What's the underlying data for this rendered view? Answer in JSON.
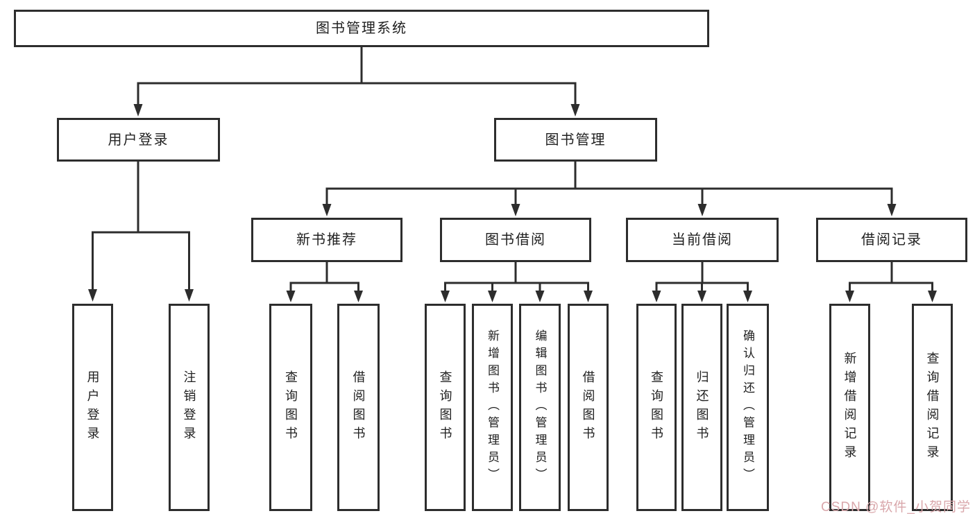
{
  "colors": {
    "line": "#2d2d2d",
    "text": "#1f1f1f",
    "box_bg": "#ffffff",
    "page_bg": "#ffffff",
    "watermark": "#d9a7ab"
  },
  "watermark": {
    "text": "CSDN @软件_小贺同学"
  },
  "diagram_data": {
    "type": "tree"
  },
  "tree": {
    "root": {
      "label": "图书管理系统",
      "children": [
        {
          "label": "用户登录",
          "children": [
            {
              "label": "用户登录"
            },
            {
              "label": "注销登录"
            }
          ]
        },
        {
          "label": "图书管理",
          "children": [
            {
              "label": "新书推荐",
              "children": [
                {
                  "label": "查询图书"
                },
                {
                  "label": "借阅图书"
                }
              ]
            },
            {
              "label": "图书借阅",
              "children": [
                {
                  "label": "查询图书"
                },
                {
                  "label": "新增图书（管理员）"
                },
                {
                  "label": "编辑图书（管理员）"
                },
                {
                  "label": "借阅图书"
                }
              ]
            },
            {
              "label": "当前借阅",
              "children": [
                {
                  "label": "查询图书"
                },
                {
                  "label": "归还图书"
                },
                {
                  "label": "确认归还（管理员）"
                }
              ]
            },
            {
              "label": "借阅记录",
              "children": [
                {
                  "label": "新增借阅记录"
                },
                {
                  "label": "查询借阅记录"
                }
              ]
            }
          ]
        }
      ]
    }
  }
}
